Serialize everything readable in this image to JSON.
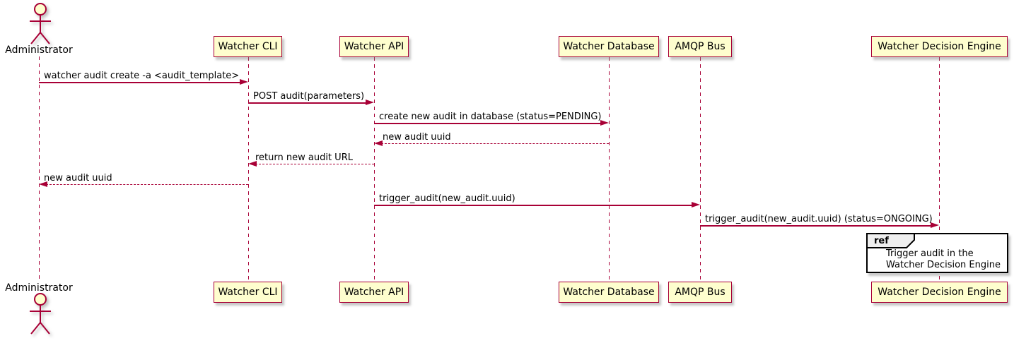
{
  "participants": [
    {
      "label": "Administrator",
      "kind": "actor"
    },
    {
      "label": "Watcher CLI",
      "kind": "participant"
    },
    {
      "label": "Watcher API",
      "kind": "participant"
    },
    {
      "label": "Watcher Database",
      "kind": "participant"
    },
    {
      "label": "AMQP Bus",
      "kind": "participant"
    },
    {
      "label": "Watcher Decision Engine",
      "kind": "participant"
    }
  ],
  "messages": [
    {
      "from": "Administrator",
      "to": "Watcher CLI",
      "style": "solid",
      "text": "watcher audit create -a <audit_template>"
    },
    {
      "from": "Watcher CLI",
      "to": "Watcher API",
      "style": "solid",
      "text": "POST audit(parameters)"
    },
    {
      "from": "Watcher API",
      "to": "Watcher Database",
      "style": "solid",
      "text": "create new audit in database (status=PENDING)"
    },
    {
      "from": "Watcher Database",
      "to": "Watcher API",
      "style": "dashed",
      "text": "new audit uuid"
    },
    {
      "from": "Watcher API",
      "to": "Watcher CLI",
      "style": "dashed",
      "text": "return new audit URL"
    },
    {
      "from": "Watcher CLI",
      "to": "Administrator",
      "style": "dashed",
      "text": "new audit uuid"
    },
    {
      "from": "Watcher API",
      "to": "AMQP Bus",
      "style": "solid",
      "text": "trigger_audit(new_audit.uuid)"
    },
    {
      "from": "AMQP Bus",
      "to": "Watcher Decision Engine",
      "style": "solid",
      "text": "trigger_audit(new_audit.uuid) (status=ONGOING)"
    }
  ],
  "ref_fragment": {
    "keyword": "ref",
    "line1": "Trigger audit in the",
    "line2": "Watcher Decision Engine"
  },
  "colors": {
    "participant_fill": "#FEFECE",
    "stroke": "#A80036",
    "ref_label_fill": "#EEEEEE",
    "ref_border": "#000000",
    "text": "#000000"
  }
}
